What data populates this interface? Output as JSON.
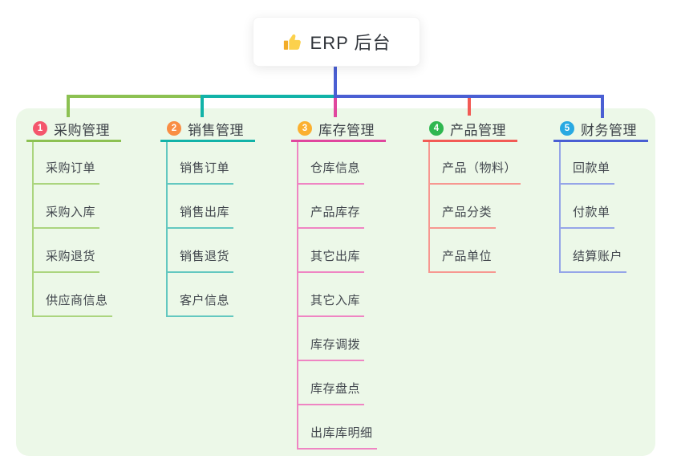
{
  "root": {
    "label": "ERP 后台",
    "icon": "thumbs-up",
    "connector_color": "#4a5fd3"
  },
  "panel_color": "#ecf8e8",
  "branches": [
    {
      "badge": "1",
      "label": "采购管理",
      "badge_color": "#f4566c",
      "line_color": "#8cc152",
      "child_line_color": "#abd57e",
      "children": [
        "采购订单",
        "采购入库",
        "采购退货",
        "供应商信息"
      ]
    },
    {
      "badge": "2",
      "label": "销售管理",
      "badge_color": "#f98e44",
      "line_color": "#12b3a8",
      "child_line_color": "#63c8c0",
      "children": [
        "销售订单",
        "销售出库",
        "销售退货",
        "客户信息"
      ]
    },
    {
      "badge": "3",
      "label": "库存管理",
      "badge_color": "#fbb02f",
      "line_color": "#e0479e",
      "child_line_color": "#ef85c3",
      "children": [
        "仓库信息",
        "产品库存",
        "其它出库",
        "其它入库",
        "库存调拨",
        "库存盘点",
        "出库库明细"
      ]
    },
    {
      "badge": "4",
      "label": "产品管理",
      "badge_color": "#2fb750",
      "line_color": "#f25b55",
      "child_line_color": "#f79790",
      "children": [
        "产品（物料）",
        "产品分类",
        "产品单位"
      ]
    },
    {
      "badge": "5",
      "label": "财务管理",
      "badge_color": "#28a9e2",
      "line_color": "#4a5fd3",
      "child_line_color": "#95a5e8",
      "children": [
        "回款单",
        "付款单",
        "结算账户"
      ]
    }
  ]
}
